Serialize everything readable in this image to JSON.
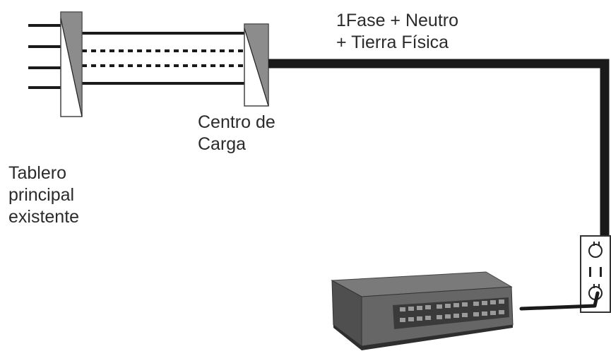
{
  "labels": {
    "cable": {
      "line1": "1Fase + Neutro",
      "line2": "+ Tierra Física"
    },
    "centro_de_carga": {
      "line1": "Centro de",
      "line2": "Carga"
    },
    "tablero": {
      "line1": "Tablero",
      "line2": "principal",
      "line3": "existente"
    }
  },
  "colors": {
    "wire": "#1a1a1a",
    "panel_fill": "#8c8c8c",
    "switch_body": "#6a6a6a"
  },
  "icons": {
    "main_panel": "tablero-principal-icon",
    "load_center": "centro-de-carga-icon",
    "outlet": "outlet-icon",
    "network_switch": "network-switch-icon"
  }
}
